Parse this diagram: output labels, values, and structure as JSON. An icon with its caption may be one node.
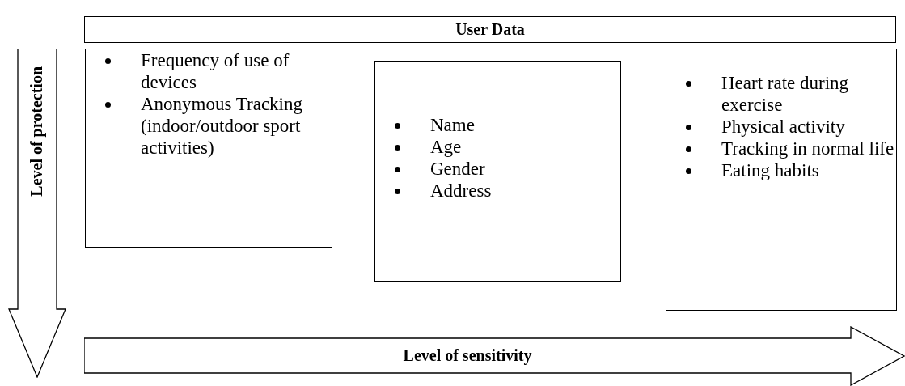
{
  "diagram": {
    "nodes": [
      {
        "text": [
          "User Data"
        ]
      },
      {
        "text": [
          "Frequency of use of devices",
          "Anonymous Tracking (indoor/outdoor sport activities)"
        ]
      },
      {
        "text": [
          "Name",
          "Age",
          "Gender",
          "Address"
        ]
      },
      {
        "text": [
          "Heart rate during exercise",
          "Physical activity",
          "Tracking in normal life",
          "Eating habits"
        ]
      },
      {
        "text": [
          "Level of protection"
        ]
      },
      {
        "text": [
          "Level of sensitivity"
        ]
      }
    ],
    "edges": []
  }
}
